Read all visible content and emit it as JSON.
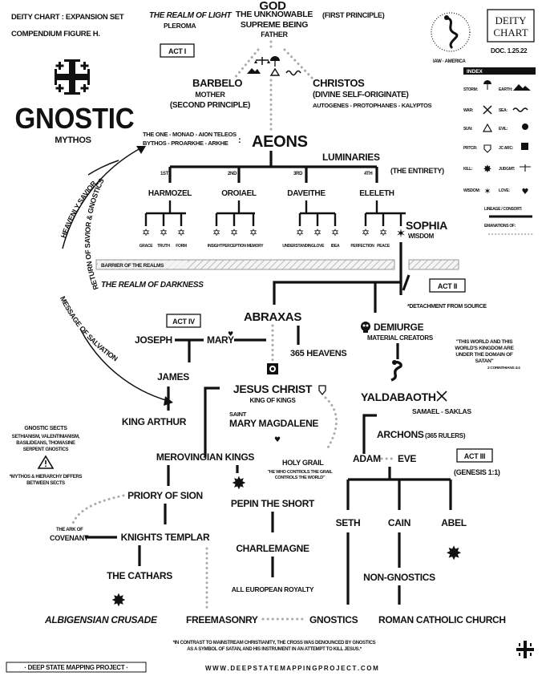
{
  "header": {
    "chart_title_line1": "DEITY CHART : EXPANSION SET",
    "chart_title_line2": "COMPENDIUM FIGURE H.",
    "logo_line1": "DEITY",
    "logo_line2": "CHART",
    "doc_number": "DOC. 1.25.22",
    "seal_text": "IAW · AMERICA"
  },
  "title": {
    "main": "GNOSTIC",
    "sub": "MYTHOS"
  },
  "realms": {
    "light": "THE REALM OF LIGHT",
    "pleroma": "PLEROMA",
    "darkness": "THE REALM OF DARKNESS",
    "barrier": "BARRIER OF THE REALMS"
  },
  "acts": {
    "act1": "ACT I",
    "act2": "ACT II",
    "act3": "ACT III",
    "act4": "ACT IV"
  },
  "nodes": {
    "god": "GOD",
    "god_sub1": "THE UNKNOWABLE",
    "god_sub2": "SUPREME BEING",
    "god_sub3": "FATHER",
    "first_principle": "(FIRST PRINCIPLE)",
    "barbelo": "BARBELO",
    "barbelo_sub1": "MOTHER",
    "barbelo_sub2": "(SECOND PRINCIPLE)",
    "christos": "CHRISTOS",
    "christos_sub1": "(DIVINE SELF-ORIGINATE)",
    "christos_sub2": "AUTOGENES - PROTOPHANES - KALYPTOS",
    "aeons_names1": "THE ONE - MONAD - AION TELEOS",
    "aeons_names2": "BYTHOS - PROARKHE - ARKHE",
    "aeons": "AEONS",
    "luminaries": "LUMINARIES",
    "the_entirety": "(THE ENTIRETY)",
    "harmozel": "HARMOZEL",
    "oroiael": "OROIAEL",
    "daveithe": "DAVEITHE",
    "eleleth": "ELELETH",
    "grace": "GRACE",
    "truth": "TRUTH",
    "form": "FORM",
    "insight": "INSIGHT",
    "perception": "PERCEPTION",
    "memory": "MEMORY",
    "understanding": "UNDERSTANDING",
    "love": "LOVE",
    "idea": "IDEA",
    "perfection": "PERFECTION",
    "peace": "PEACE",
    "sophia": "SOPHIA",
    "wisdom": "WISDOM",
    "detachment": "*DETACHMENT FROM SOURCE",
    "abraxas": "ABRAXAS",
    "heavens": "365 HEAVENS",
    "joseph": "JOSEPH",
    "mary": "MARY",
    "demiurge": "DEMIURGE",
    "material_creators": "MATERIAL CREATORS",
    "james": "JAMES",
    "jesus": "JESUS CHRIST",
    "king_of_kings": "KING OF KINGS",
    "yaldabaoth": "YALDABAOTH",
    "samael": "SAMAEL - SAKLAS",
    "king_arthur": "KING ARTHUR",
    "saint": "SAINT",
    "magdalene": "MARY MAGDALENE",
    "archons": "ARCHONS",
    "rulers": "(365 RULERS)",
    "adam": "ADAM",
    "eve": "EVE",
    "genesis": "(GENESIS 1:1)",
    "merovingian": "MEROVINGIAN KINGS",
    "holy_grail": "HOLY GRAIL",
    "grail_quote1": "\"HE WHO CONTROLS THE GRAIL",
    "grail_quote2": "CONTROLS THE WORLD\"",
    "priory": "PRIORY OF SION",
    "pepin": "PEPIN THE SHORT",
    "seth": "SETH",
    "cain": "CAIN",
    "abel": "ABEL",
    "ark1": "THE ARK OF",
    "ark2": "COVENANT",
    "knights": "KNIGHTS TEMPLAR",
    "charlemagne": "CHARLEMAGNE",
    "cathars": "THE CATHARS",
    "royalty": "ALL EUROPEAN ROYALTY",
    "non_gnostics": "NON-GNOSTICS",
    "albigensian": "ALBIGENSIAN CRUSADE",
    "freemasonry": "FREEMASONRY",
    "gnostics": "GNOSTICS",
    "roman_catholic": "ROMAN CATHOLIC CHURCH"
  },
  "side_arrows": {
    "heavenly_savior": "HEAVENLY SAVIOR",
    "return": "RETURN OF SAVIOR & GNOSTICS",
    "message": "MESSAGE OF SALVATION"
  },
  "quote_world": {
    "line1": "\"THIS WORLD AND THIS",
    "line2": "WORLD'S KINGDOM ARE",
    "line3": "UNDER THE DOMAIN OF",
    "line4": "SATAN\"",
    "ref": "2 CORINTHIANS 4:4"
  },
  "sects": {
    "title": "GNOSTIC SECTS",
    "line1": "SETHIANISM, VALENTINIANISM,",
    "line2": "BASILIDEANS, THOMASINE",
    "line3": "SERPENT GNOSTICS",
    "note1": "*MYTHOS & HIERARCHY DIFFERS",
    "note2": "BETWEEN SECTS"
  },
  "index": {
    "title": "INDEX",
    "storm": "STORM:",
    "earth": "EARTH:",
    "war": "WAR:",
    "sea": "SEA:",
    "sun": "SUN:",
    "evil": "EVIL:",
    "prtcr": "PRTCR:",
    "jc_arc": "JC ARC:",
    "kill": "KILL:",
    "judgmt": "JUDGMT:",
    "wisdom": "WISDOM:",
    "love": "LOVE:",
    "lineage": "LINEAGE / CONSORT:",
    "emanations": "EMANATIONS OF:"
  },
  "footer": {
    "note1": "*IN CONTRAST TO MAINSTREAM CHRISTIANITY, THE CROSS WAS DENOUNCED BY GNOSTICS",
    "note2": "AS A SYMBOL OF SATAN, AND HIS INSTRUMENT IN AN ATTEMPT TO KILL JESUS.*",
    "project": "· DEEP STATE MAPPING PROJECT ·",
    "url": "W W W . D E E P S T A T E M A P P I N G P R O J E C T . C O M"
  }
}
